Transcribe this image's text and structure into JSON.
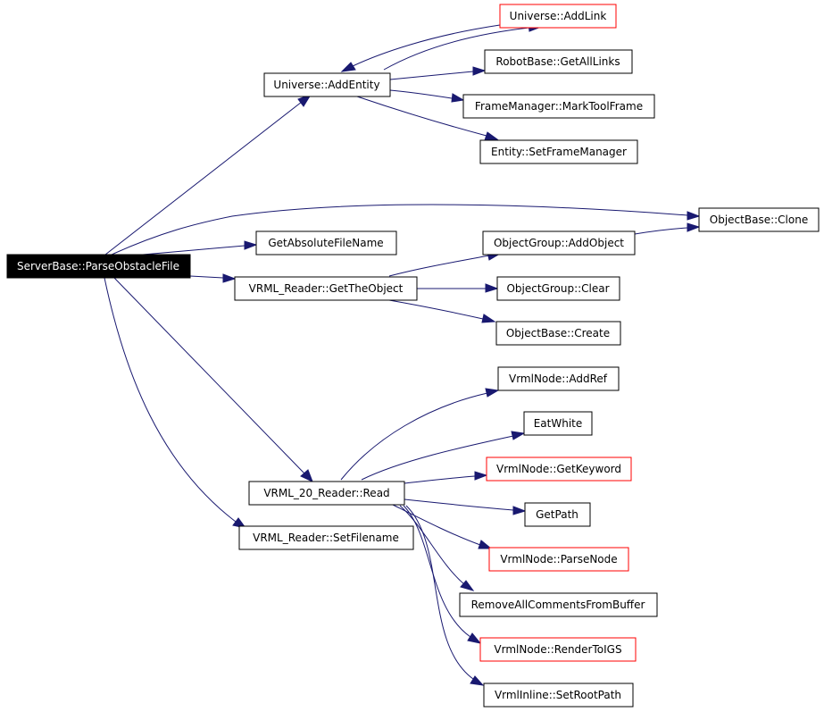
{
  "nodes": {
    "root": "ServerBase::ParseObstacleFile",
    "add_entity": "Universe::AddEntity",
    "add_link": "Universe::AddLink",
    "robot_get_all_links": "RobotBase::GetAllLinks",
    "mark_tool_frame": "FrameManager::MarkToolFrame",
    "set_frame_manager": "Entity::SetFrameManager",
    "object_clone": "ObjectBase::Clone",
    "get_absolute_file_name": "GetAbsoluteFileName",
    "group_add_object": "ObjectGroup::AddObject",
    "get_the_object": "VRML_Reader::GetTheObject",
    "group_clear": "ObjectGroup::Clear",
    "object_create": "ObjectBase::Create",
    "vrml_add_ref": "VrmlNode::AddRef",
    "eat_white": "EatWhite",
    "get_keyword": "VrmlNode::GetKeyword",
    "vrml20_read": "VRML_20_Reader::Read",
    "get_path": "GetPath",
    "set_filename": "VRML_Reader::SetFilename",
    "parse_node": "VrmlNode::ParseNode",
    "remove_comments": "RemoveAllCommentsFromBuffer",
    "render_to_igs": "VrmlNode::RenderToIGS",
    "set_root_path": "VrmlInline::SetRootPath"
  },
  "colors": {
    "edge": "#191970",
    "node_border": "#000000",
    "truncated_node_border": "#ff0000",
    "root_fill": "#000000",
    "root_text": "#ffffff"
  }
}
